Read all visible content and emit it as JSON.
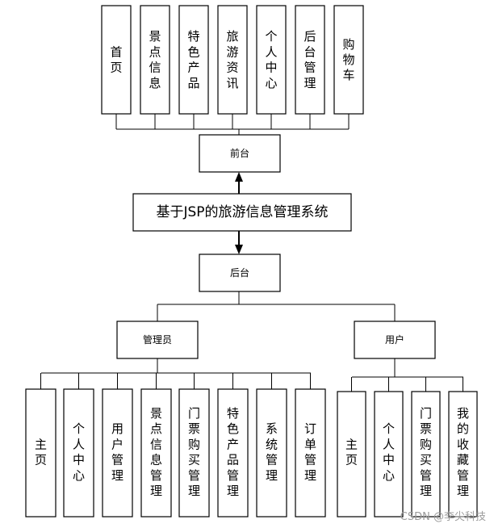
{
  "title": "基于JSP的旅游信息管理系统",
  "frontend": {
    "label": "前台",
    "children": [
      "首页",
      "景点信息",
      "特色产品",
      "旅游资讯",
      "个人中心",
      "后台管理",
      "购物车"
    ]
  },
  "backend": {
    "label": "后台",
    "admin": {
      "label": "管理员",
      "children": [
        "主页",
        "个人中心",
        "用户管理",
        "景点信息管理",
        "门票购买管理",
        "特色产品管理",
        "系统管理",
        "订单管理"
      ]
    },
    "user": {
      "label": "用户",
      "children": [
        "主页",
        "个人中心",
        "门票购买管理",
        "我的收藏管理"
      ]
    }
  },
  "watermark": "CSDN @李尖科技"
}
